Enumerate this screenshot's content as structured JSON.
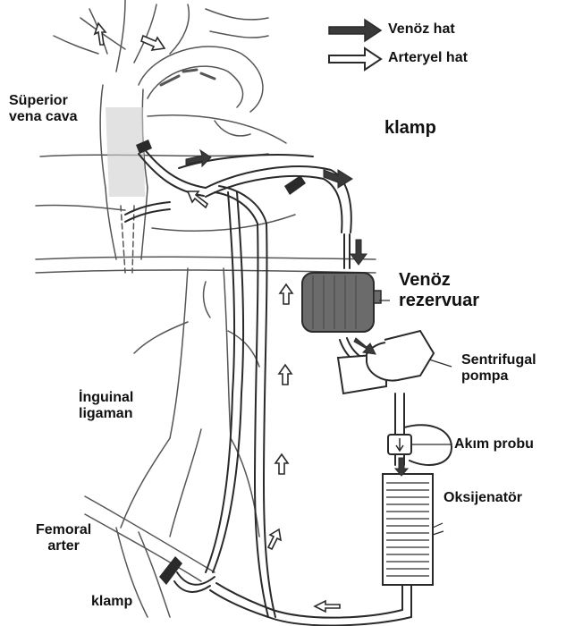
{
  "legend": {
    "venous": "Venöz hat",
    "arterial": "Arteryel hat"
  },
  "labels": {
    "svc_line1": "Süperior",
    "svc_line2": "vena cava",
    "clamp_top": "klamp",
    "reservoir_line1": "Venöz",
    "reservoir_line2": "rezervuar",
    "pump_line1": "Sentrifugal",
    "pump_line2": "pompa",
    "inguinal_line1": "İnguinal",
    "inguinal_line2": "ligaman",
    "flow_probe": "Akım probu",
    "oxygenator": "Oksijenatör",
    "femoral_line1": "Femoral",
    "femoral_line2": "arter",
    "clamp_bottom": "klamp"
  },
  "colors": {
    "ink": "#2a2a2a",
    "pencil": "#555555",
    "venous_arrow": "#3a3a3a",
    "reservoir_fill": "#6b6b6b",
    "shade": "#bdbdbd"
  }
}
